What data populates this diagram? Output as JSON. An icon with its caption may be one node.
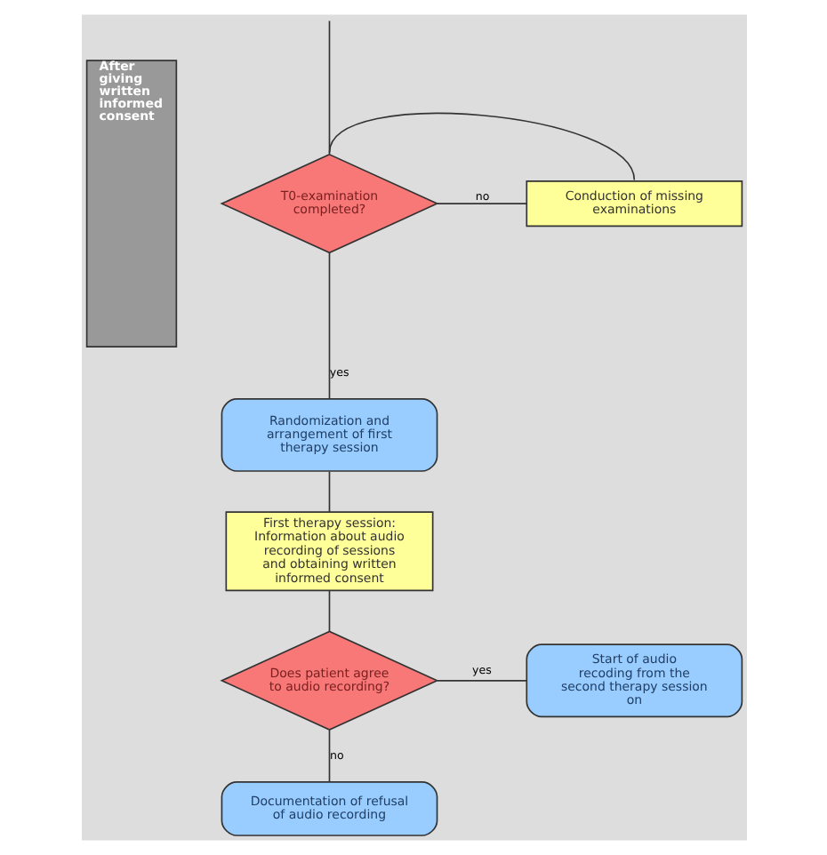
{
  "diagram": {
    "nodes": [
      {
        "text": [
          "After giving written informed consent"
        ]
      },
      {
        "text": [
          "T0-examination completed?"
        ]
      },
      {
        "text": [
          "Conduction of missing examinations"
        ]
      },
      {
        "text": [
          "Randomization and arrangement of first therapy session"
        ]
      },
      {
        "text": [
          "First therapy session: Information about audio recording of sessions and obtaining written informed consent"
        ]
      },
      {
        "text": [
          "Does patient agree to audio recording?"
        ]
      },
      {
        "text": [
          "Start of audio recoding from the second therapy session on"
        ]
      },
      {
        "text": [
          "Documentation of refusal of audio recording"
        ]
      }
    ],
    "edges": [
      {
        "from": null,
        "to": 1,
        "arrow": "none"
      },
      {
        "from": 1,
        "to": 2,
        "label": "no",
        "arrow": "none"
      },
      {
        "from": 2,
        "to": 1,
        "arrow": "none"
      },
      {
        "from": 1,
        "to": 3,
        "label": "yes",
        "arrow": "none"
      },
      {
        "from": 3,
        "to": 4,
        "arrow": "none"
      },
      {
        "from": 4,
        "to": 5,
        "arrow": "none"
      },
      {
        "from": 5,
        "to": 6,
        "label": "yes",
        "arrow": "none"
      },
      {
        "from": 5,
        "to": 7,
        "label": "no",
        "arrow": "none"
      }
    ]
  }
}
